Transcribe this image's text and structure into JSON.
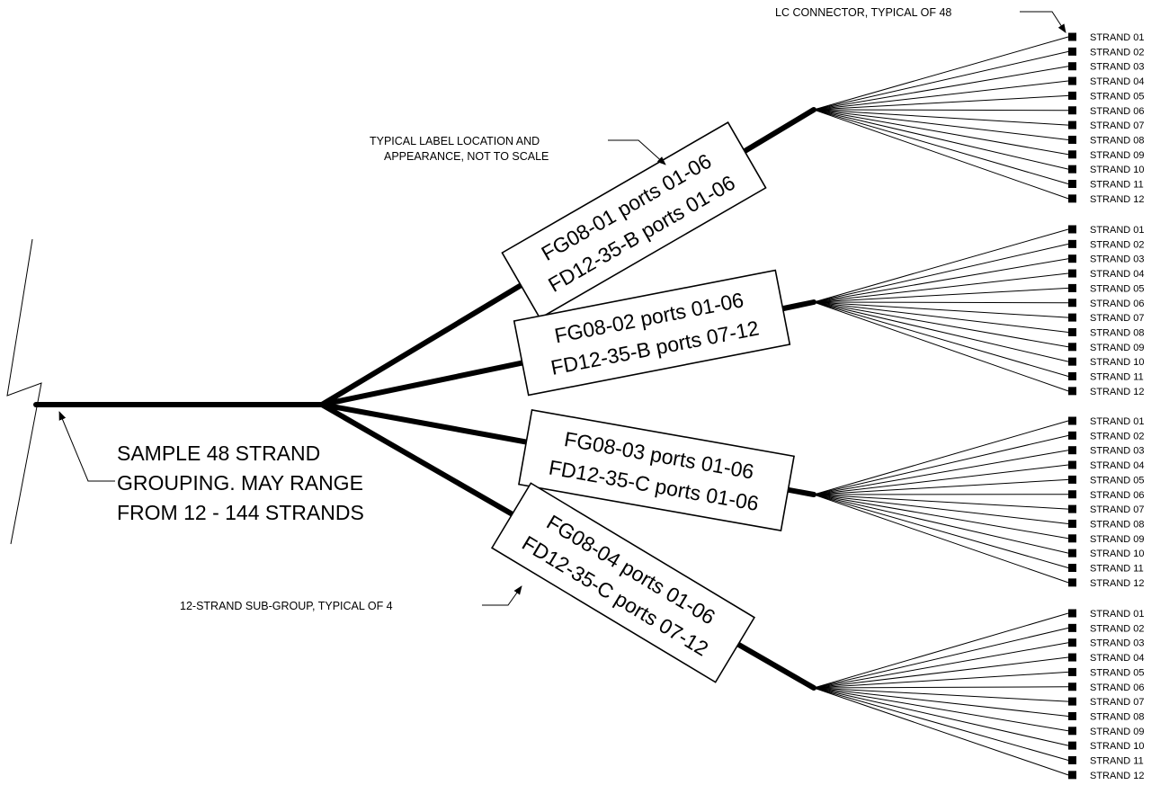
{
  "callouts": {
    "lc_connector": "LC CONNECTOR, TYPICAL OF 48",
    "label_location_line1": "TYPICAL LABEL LOCATION AND",
    "label_location_line2": "APPEARANCE, NOT TO SCALE",
    "grouping_line1": "SAMPLE 48 STRAND",
    "grouping_line2": "GROUPING. MAY RANGE",
    "grouping_line3": "FROM 12 - 144 STRANDS",
    "subgroup": "12-STRAND SUB-GROUP, TYPICAL OF 4"
  },
  "subgroups": [
    {
      "label_line1": "FG08-01 ports 01-06",
      "label_line2": "FD12-35-B ports 01-06",
      "strands": [
        "STRAND 01",
        "STRAND 02",
        "STRAND 03",
        "STRAND 04",
        "STRAND 05",
        "STRAND 06",
        "STRAND 07",
        "STRAND 08",
        "STRAND 09",
        "STRAND 10",
        "STRAND 11",
        "STRAND 12"
      ]
    },
    {
      "label_line1": "FG08-02 ports 01-06",
      "label_line2": "FD12-35-B ports 07-12",
      "strands": [
        "STRAND 01",
        "STRAND 02",
        "STRAND 03",
        "STRAND 04",
        "STRAND 05",
        "STRAND 06",
        "STRAND 07",
        "STRAND 08",
        "STRAND 09",
        "STRAND 10",
        "STRAND 11",
        "STRAND 12"
      ]
    },
    {
      "label_line1": "FG08-03 ports 01-06",
      "label_line2": "FD12-35-C ports 01-06",
      "strands": [
        "STRAND 01",
        "STRAND 02",
        "STRAND 03",
        "STRAND 04",
        "STRAND 05",
        "STRAND 06",
        "STRAND 07",
        "STRAND 08",
        "STRAND 09",
        "STRAND 10",
        "STRAND 11",
        "STRAND 12"
      ]
    },
    {
      "label_line1": "FG08-04 ports 01-06",
      "label_line2": "FD12-35-C ports 07-12",
      "strands": [
        "STRAND 01",
        "STRAND 02",
        "STRAND 03",
        "STRAND 04",
        "STRAND 05",
        "STRAND 06",
        "STRAND 07",
        "STRAND 08",
        "STRAND 09",
        "STRAND 10",
        "STRAND 11",
        "STRAND 12"
      ]
    }
  ],
  "colors": {
    "ink": "#000000",
    "background": "#ffffff"
  }
}
